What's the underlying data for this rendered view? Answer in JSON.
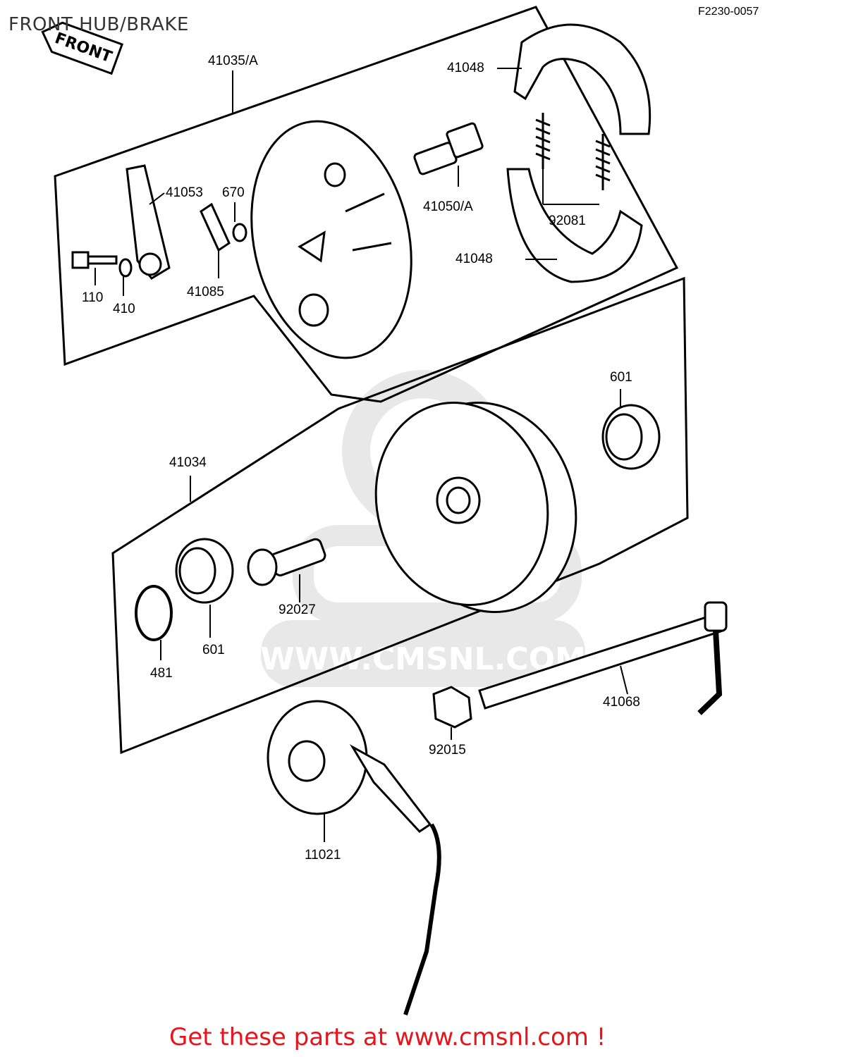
{
  "title": "FRONT HUB/BRAKE",
  "figure_code": "F2230-0057",
  "front_arrow_text": "FRONT",
  "watermark": "WWW.CMSNL.COM",
  "footer_link_text": "Get these parts at www.cmsnl.com !",
  "colors": {
    "footer": "#e8141b",
    "line": "#000000",
    "watermark": "#e6e6e6"
  },
  "part_labels": {
    "p41035A": "41035/A",
    "p41048_top": "41048",
    "p41053": "41053",
    "p670": "670",
    "p41050A": "41050/A",
    "p92081": "92081",
    "p41048_bottom": "41048",
    "p110": "110",
    "p410": "410",
    "p41085": "41085",
    "p601_right": "601",
    "p41034": "41034",
    "p92027": "92027",
    "p601_left": "601",
    "p481": "481",
    "p41068": "41068",
    "p92015": "92015",
    "p11021": "11021"
  }
}
